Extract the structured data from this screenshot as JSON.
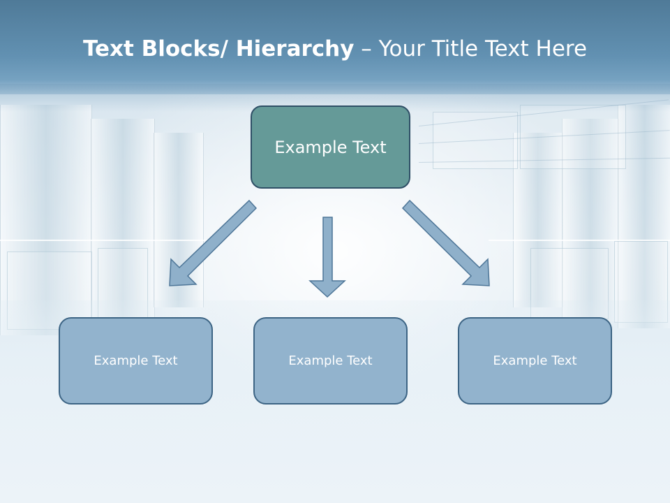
{
  "title": {
    "bold": "Text Blocks/ Hierarchy",
    "rest": " – Your Title Text Here"
  },
  "hierarchy": {
    "top": {
      "label": "Example Text"
    },
    "children": [
      {
        "label": "Example Text"
      },
      {
        "label": "Example Text"
      },
      {
        "label": "Example Text"
      }
    ]
  },
  "colors": {
    "header": "#5a87a7",
    "top_box_fill": "#659a98",
    "top_box_border": "#2f4f66",
    "child_box_fill": "#92b3cd",
    "child_box_border": "#3c6484",
    "arrow_fill": "#8fb0ca",
    "arrow_stroke": "#4d7597"
  }
}
